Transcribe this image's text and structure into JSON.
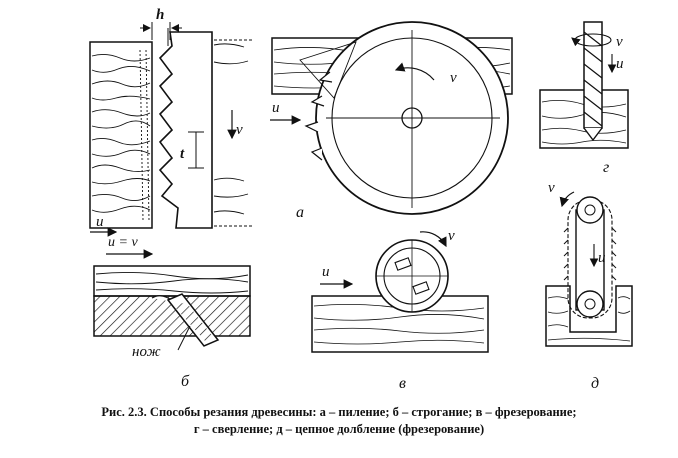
{
  "caption": {
    "line1": "Рис. 2.3. Способы резания древесины: а – пиление; б – строгание; в – фрезерование;",
    "line2": "г – сверление; д – цепное долбление (фрезерование)"
  },
  "labels": {
    "a": "а",
    "b": "б",
    "v": "в",
    "g": "г",
    "d": "д",
    "h": "h",
    "t": "t",
    "u": "u",
    "v_speed": "v",
    "u_eq_v": "u = v",
    "knife": "нож"
  },
  "colors": {
    "ink": "#111111",
    "paper": "#ffffff"
  }
}
